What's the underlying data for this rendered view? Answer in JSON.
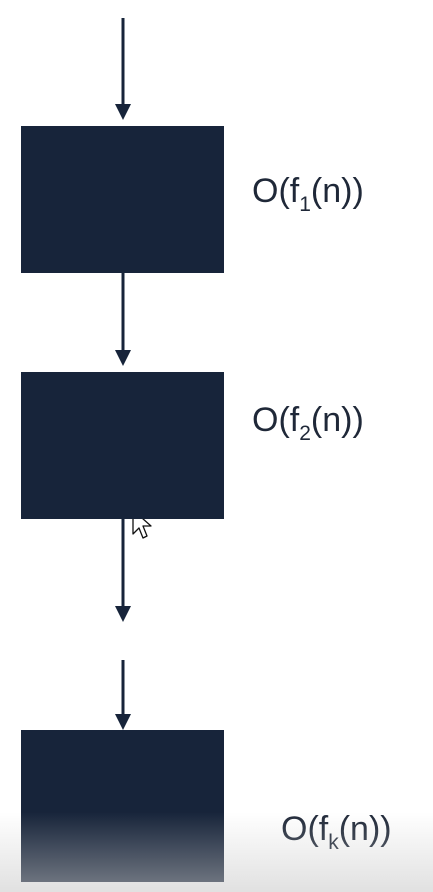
{
  "colors": {
    "block_fill": "#17243a",
    "arrow": "#17243a",
    "label_text": "#1f2838",
    "background": "#ffffff"
  },
  "steps": [
    {
      "label_main": "O(f",
      "label_sub": "1",
      "label_tail": "(n))"
    },
    {
      "label_main": "O(f",
      "label_sub": "2",
      "label_tail": "(n))"
    },
    {
      "label_main": "O(f",
      "label_sub": "k",
      "label_tail": "(n))"
    }
  ],
  "cursor_icon": "arrow-pointer-icon"
}
